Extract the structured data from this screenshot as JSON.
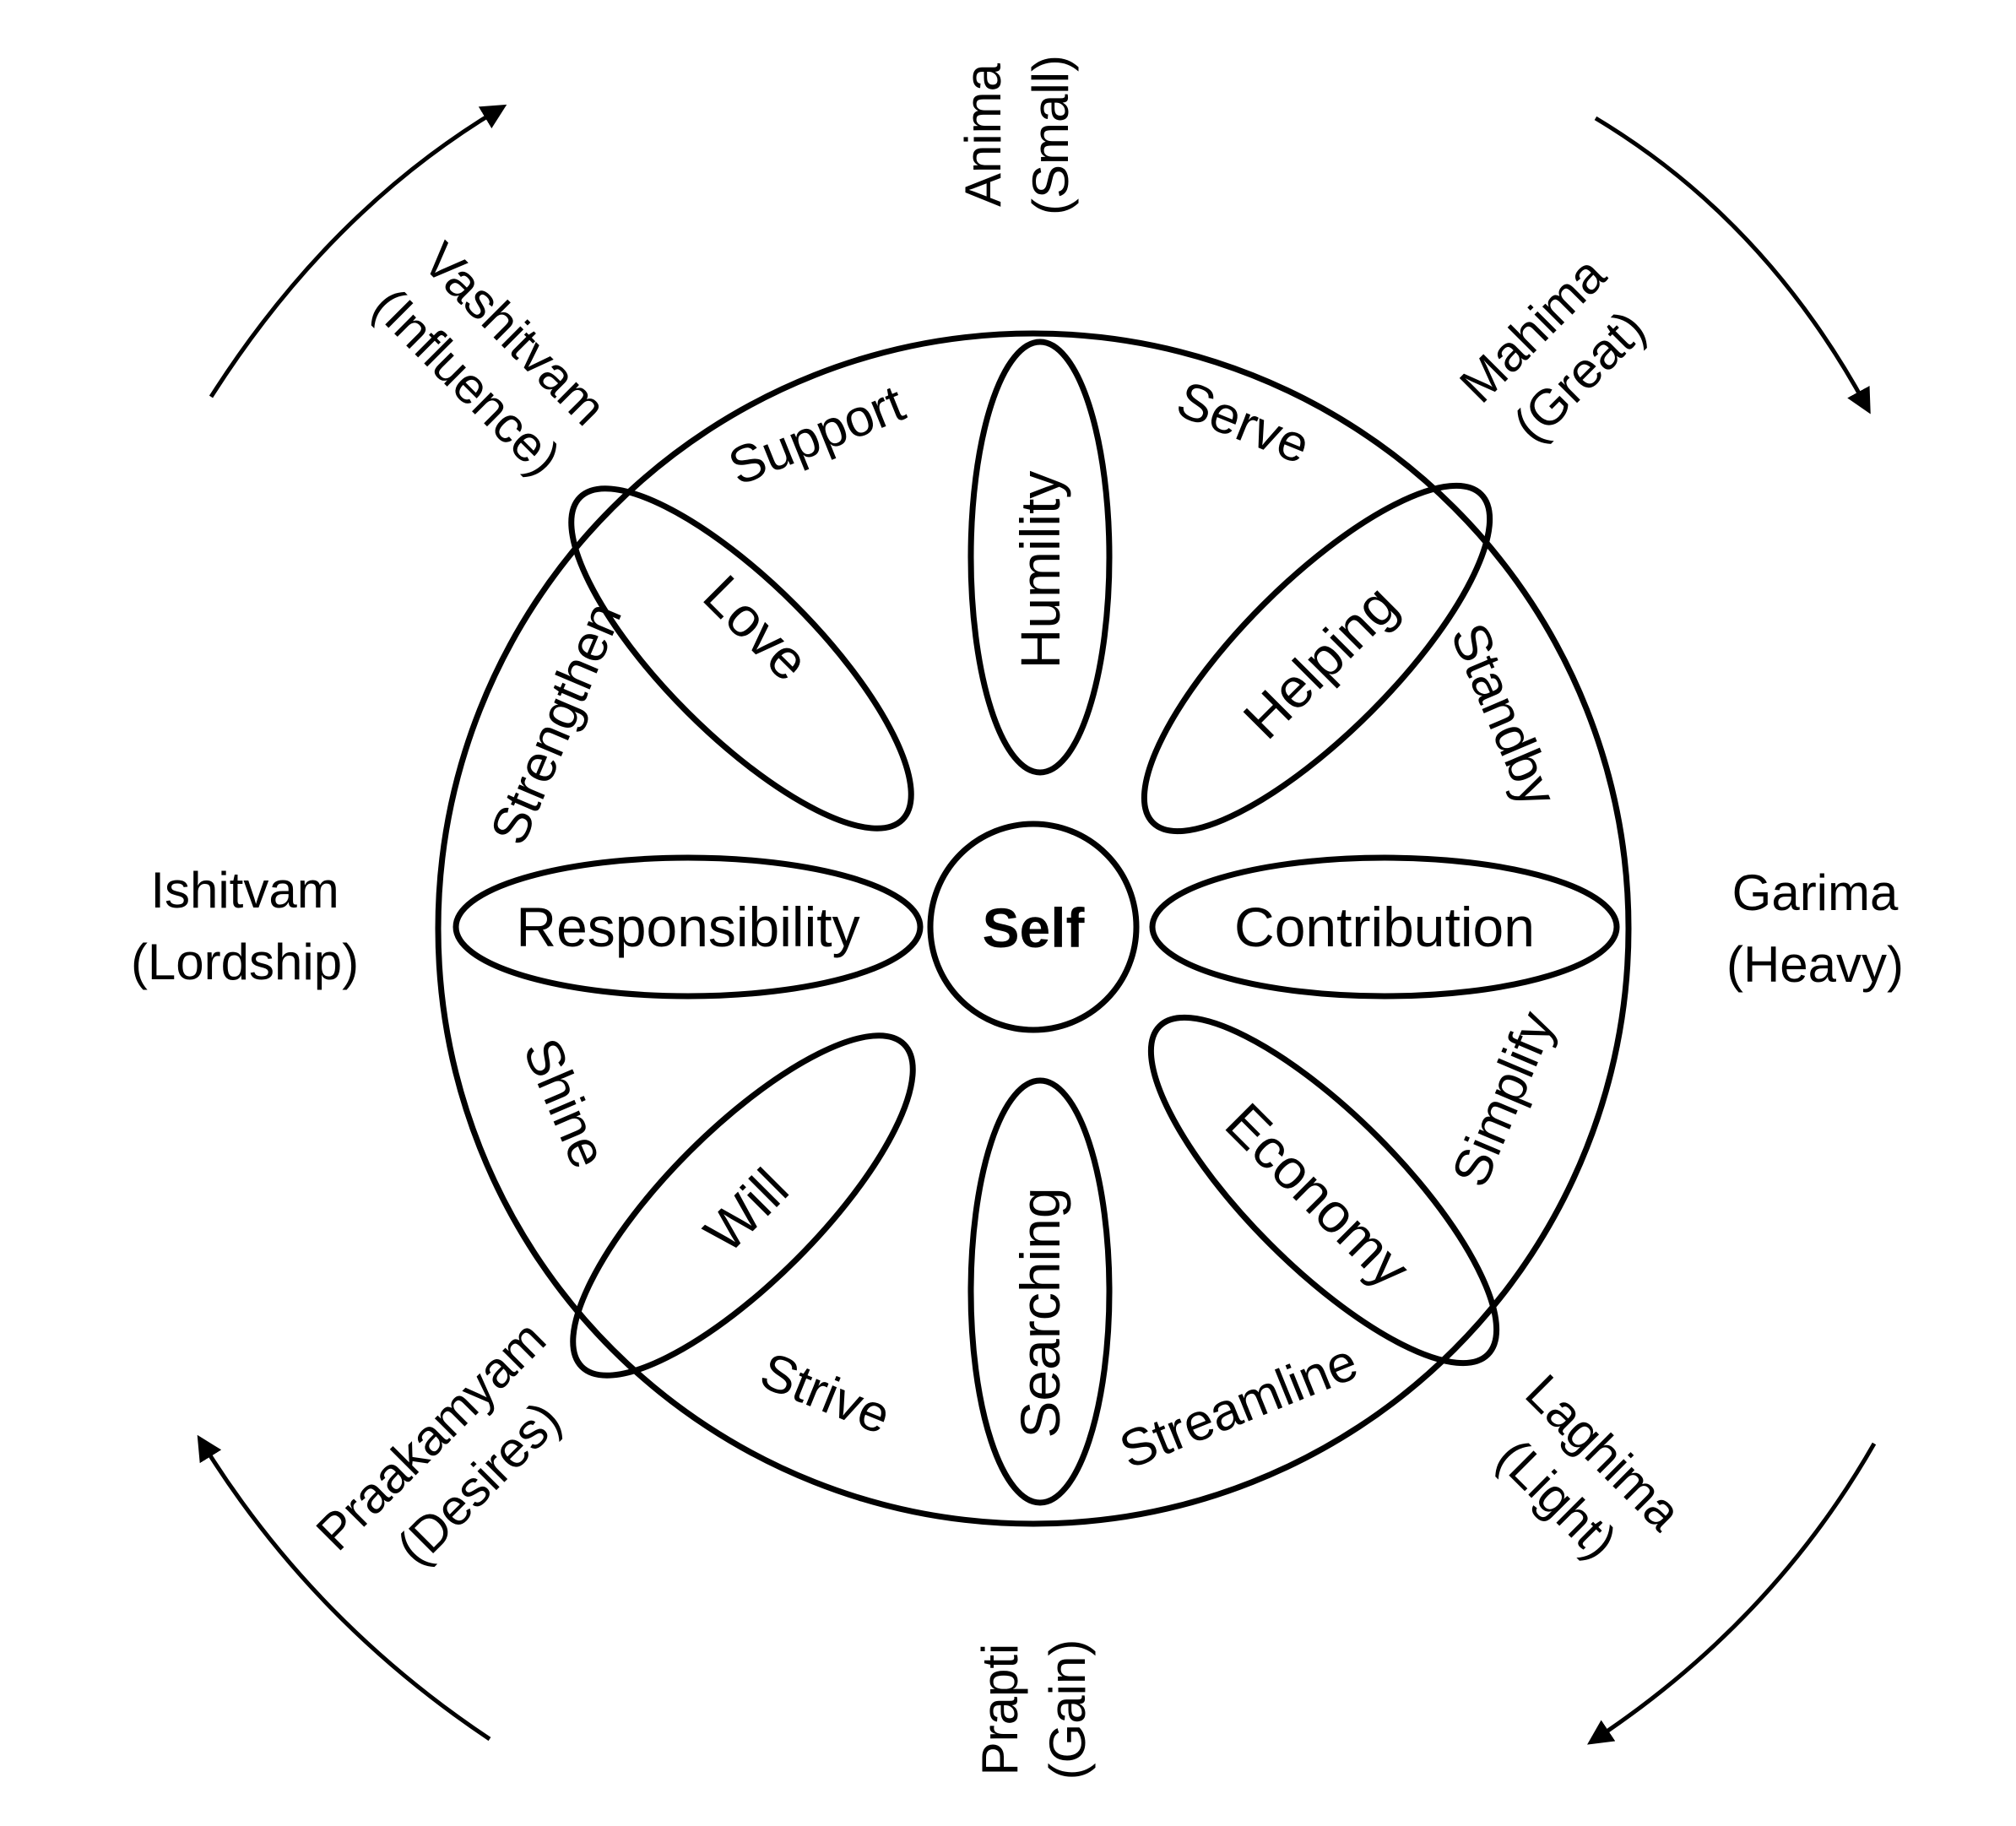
{
  "diagram": {
    "center": "Self",
    "petals": {
      "top": "Humility",
      "top_right": "Helping",
      "right": "Contribution",
      "bottom_right": "Economy",
      "bottom": "Searching",
      "bottom_left": "Will",
      "left": "Responsibility",
      "top_left": "Love"
    },
    "ring_words": {
      "support": "Support",
      "serve": "Serve",
      "standby": "Standby",
      "simplify": "Simplify",
      "streamline": "Streamline",
      "strive": "Strive",
      "shine": "Shine",
      "strengthen": "Strengthen"
    },
    "outer_labels": {
      "anima": {
        "line1": "Anima",
        "line2": "(Small)"
      },
      "mahima": {
        "line1": "Mahima",
        "line2": "(Great)"
      },
      "garima": {
        "line1": "Garima",
        "line2": "(Heavy)"
      },
      "laghima": {
        "line1": "Laghima",
        "line2": "(Light)"
      },
      "prapti": {
        "line1": "Prapti",
        "line2": "(Gain)"
      },
      "praakamyam": {
        "line1": "Praakamyam",
        "line2": "(Desires)"
      },
      "ishitvam": {
        "line1": "Ishitvam",
        "line2": "(Lordship)"
      },
      "vashitvam": {
        "line1": "Vashitvam",
        "line2": "(Influence)"
      }
    },
    "colors": {
      "ink": "#000000",
      "background": "#ffffff"
    }
  }
}
